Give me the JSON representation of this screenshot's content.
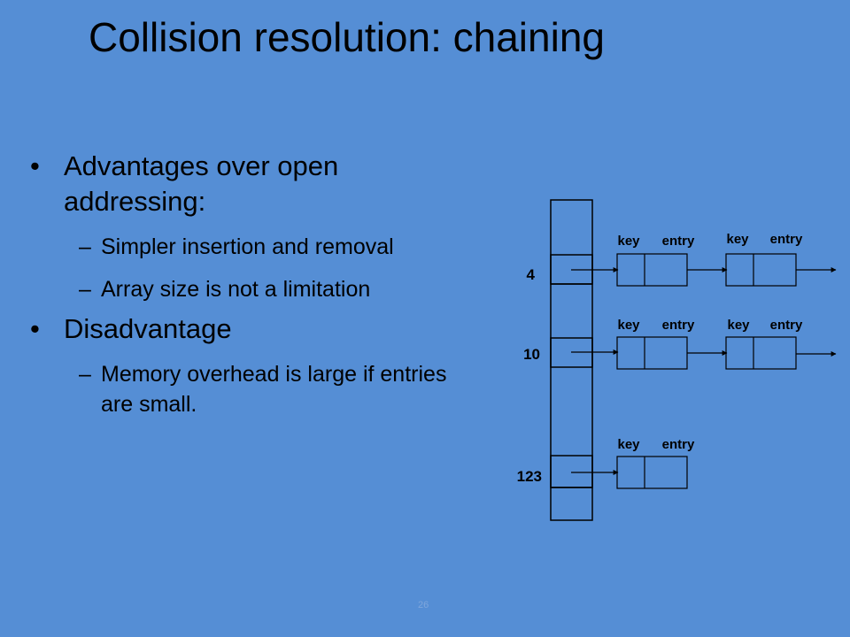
{
  "slide": {
    "title": "Collision resolution: chaining",
    "bullets": {
      "advantages": {
        "marker": "•",
        "text": "Advantages over open addressing:",
        "items": [
          {
            "marker": "–",
            "text": "Simpler insertion and removal"
          },
          {
            "marker": "–",
            "text": "Array size is not a limitation"
          }
        ]
      },
      "disadvantage": {
        "marker": "•",
        "text": "Disadvantage",
        "items": [
          {
            "marker": "–",
            "text": "Memory overhead is large if entries are small."
          }
        ]
      }
    },
    "page_number": "26"
  },
  "diagram": {
    "indices": [
      "4",
      "10",
      "123"
    ],
    "node_labels": {
      "key": "key",
      "entry": "entry"
    },
    "chain_lengths": [
      2,
      2,
      1
    ]
  }
}
